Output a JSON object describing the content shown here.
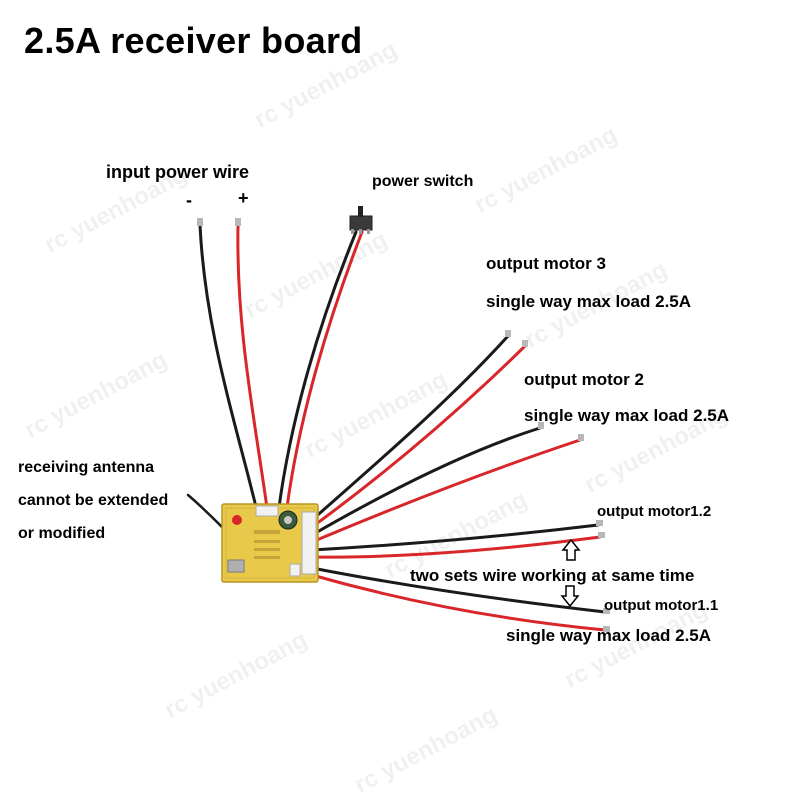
{
  "title": "2.5A receiver board",
  "labels": {
    "input_power_wire": "input power wire",
    "minus": "-",
    "plus": "+",
    "power_switch": "power switch",
    "motor3_title": "output motor 3",
    "motor3_load": "single way max load 2.5A",
    "motor2_title": "output motor 2",
    "motor2_load": "single way max load 2.5A",
    "antenna_line1": "receiving antenna",
    "antenna_line2": "cannot be extended",
    "antenna_line3": "or modified",
    "motor12": "output motor1.2",
    "two_sets": "two sets wire working at same time",
    "motor11": "output motor1.1",
    "motor1_load": "single way max load 2.5A"
  },
  "watermark": "rc yuenhoang",
  "colors": {
    "wire_red": "#d8262a",
    "wire_black": "#1a1a1a",
    "board": "#e9c94a",
    "board_edge": "#b89424"
  }
}
